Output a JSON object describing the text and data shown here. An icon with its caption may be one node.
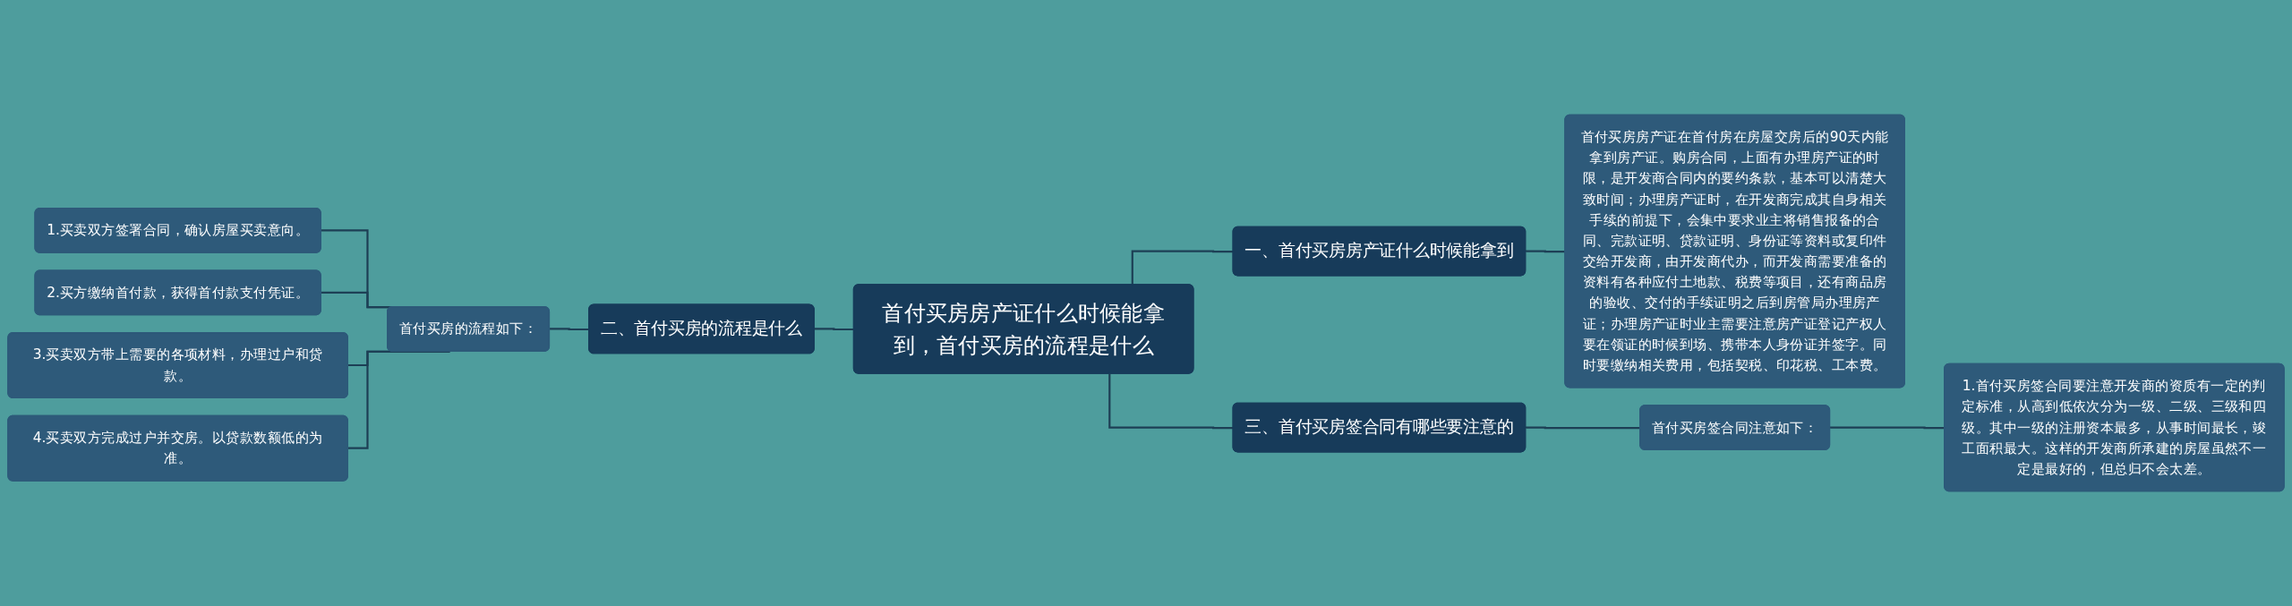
{
  "diagram": {
    "nodes": [
      {
        "text": [
          "首付买房房产证什么时候能拿到，首付买房的流程是什么"
        ]
      },
      {
        "text": [
          "一、首付买房房产证什么时候能拿到"
        ]
      },
      {
        "text": [
          "首付买房房产证在首付房在房屋交房后的90天内能拿到房产证。购房合同，上面有办理房产证的时限，是开发商合同内的要约条款，基本可以清楚大致时间；办理房产证时，在开发商完成其自身相关手续的前提下，会集中要求业主将销售报备的合同、完款证明、贷款证明、身份证等资料或复印件交给开发商，由开发商代办，而开发商需要准备的资料有各种应付土地款、税费等项目，还有商品房的验收、交付的手续证明之后到房管局办理房产证；办理房产证时业主需要注意房产证登记产权人要在领证的时候到场、携带本人身份证并签字。同时要缴纳相关费用，包括契税、印花税、工本费。"
        ]
      },
      {
        "text": [
          "二、首付买房的流程是什么"
        ]
      },
      {
        "text": [
          "首付买房的流程如下："
        ]
      },
      {
        "text": [
          "1.买卖双方签署合同，确认房屋买卖意向。"
        ]
      },
      {
        "text": [
          "2.买方缴纳首付款，获得首付款支付凭证。"
        ]
      },
      {
        "text": [
          "3.买卖双方带上需要的各项材料，办理过户和贷款。"
        ]
      },
      {
        "text": [
          "4.买卖双方完成过户并交房。以贷款数额低的为准。"
        ]
      },
      {
        "text": [
          "三、首付买房签合同有哪些要注意的"
        ]
      },
      {
        "text": [
          "首付买房签合同注意如下："
        ]
      },
      {
        "text": [
          "1.首付买房签合同要注意开发商的资质有一定的判定标准，从高到低依次分为一级、二级、三级和四级。其中一级的注册资本最多，从事时间最长，竣工面积最大。这样的开发商所承建的房屋虽然不一定是最好的，但总归不会太差。"
        ]
      }
    ],
    "edges": [
      {
        "from": 0,
        "to": 1,
        "arrow": "none"
      },
      {
        "from": 1,
        "to": 2,
        "arrow": "none"
      },
      {
        "from": 3,
        "to": 0,
        "arrow": "none"
      },
      {
        "from": 4,
        "to": 3,
        "arrow": "none"
      },
      {
        "from": 5,
        "to": 4,
        "arrow": "none"
      },
      {
        "from": 6,
        "to": 4,
        "arrow": "none"
      },
      {
        "from": 7,
        "to": 4,
        "arrow": "none"
      },
      {
        "from": 8,
        "to": 4,
        "arrow": "none"
      },
      {
        "from": 0,
        "to": 9,
        "arrow": "none"
      },
      {
        "from": 9,
        "to": 10,
        "arrow": "none"
      },
      {
        "from": 10,
        "to": 11,
        "arrow": "none"
      }
    ]
  }
}
